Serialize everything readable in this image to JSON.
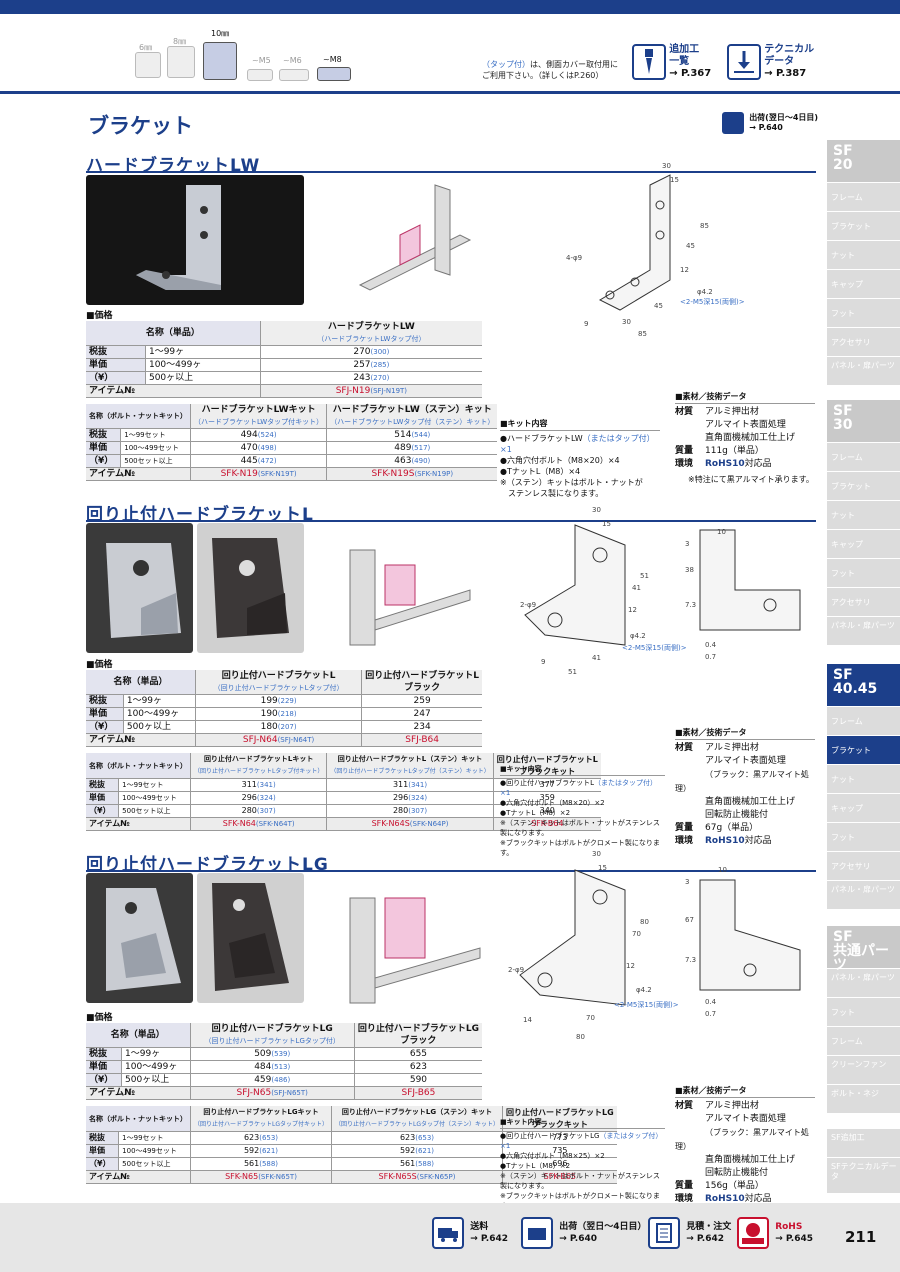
{
  "header": {
    "slots": [
      "6㎜",
      "8㎜",
      "10㎜",
      "~M5",
      "~M6",
      "~M8"
    ],
    "tap_note": {
      "part1": "（タップ付）",
      "part2": "は、側面カバー取付用に",
      "line2": "ご利用下さい。（詳しくはP.260）"
    },
    "links": [
      {
        "label1": "追加工",
        "label2": "一覧",
        "page": "→ P.367",
        "icon": "drill-icon"
      },
      {
        "label1": "テクニカル",
        "label2": "データ",
        "page": "→ P.387",
        "icon": "technical-data-icon"
      }
    ]
  },
  "page_title": "ブラケット",
  "shipping": {
    "label": "出荷(翌日〜4日目)",
    "page": "→ P.640"
  },
  "sections": [
    {
      "title": "ハードブラケットLW",
      "price_header": "■価格",
      "dims": {
        "a": "30",
        "b": "15",
        "c": "85",
        "d": "45",
        "e": "12",
        "f": "4-φ9",
        "g": "φ4.2",
        "h": "<2-M5深15(両側)>",
        "i": "9",
        "j": "30",
        "k": "45",
        "l": "85"
      },
      "single": {
        "label": "名称（単品）",
        "name": "ハードブラケットLW",
        "sub": "（ハードブラケットLWタップ付）",
        "rows": [
          {
            "a": "税抜",
            "b": "1〜99ヶ",
            "v": "270",
            "p": "(300)"
          },
          {
            "a": "単価",
            "b": "100〜499ヶ",
            "v": "257",
            "p": "(285)"
          },
          {
            "a": "（¥）",
            "b": "500ヶ以上",
            "v": "243",
            "p": "(270)"
          }
        ],
        "item_label": "アイテム№",
        "code": "SFJ-N19",
        "code_p": "(SFJ-N19T)"
      },
      "kit": {
        "label": "名称（ボルト・ナットキット）",
        "cols": [
          {
            "name": "ハードブラケットLWキット",
            "sub": "（ハードブラケットLWタップ付キット）"
          },
          {
            "name": "ハードブラケットLW（ステン）キット",
            "sub": "（ハードブラケットLWタップ付（ステン）キット）"
          }
        ],
        "rows": [
          {
            "a": "税抜",
            "b": "1〜99セット",
            "v": [
              "494",
              "514"
            ],
            "p": [
              "(524)",
              "(544)"
            ]
          },
          {
            "a": "単価",
            "b": "100〜499セット",
            "v": [
              "470",
              "489"
            ],
            "p": [
              "(498)",
              "(517)"
            ]
          },
          {
            "a": "（¥）",
            "b": "500セット以上",
            "v": [
              "445",
              "463"
            ],
            "p": [
              "(472)",
              "(490)"
            ]
          }
        ],
        "item_label": "アイテム№",
        "codes": [
          "SFK-N19",
          "SFK-N19S"
        ],
        "codes_p": [
          "(SFK-N19T)",
          "(SFK-N19P)"
        ]
      },
      "kit_contents": {
        "title": "■キット内容",
        "lines": [
          "●ハードブラケットLW",
          "（またはタップ付）×1",
          "●六角穴付ボルト（M8×20）×4",
          "●TナットL（M8）×4",
          "※（ステン）キットはボルト・ナットが",
          "　ステンレス製になります。"
        ]
      },
      "tech": {
        "title": "■素材／技術データ",
        "material_k": "材質",
        "material": [
          "アルミ押出材",
          "アルマイト表面処理",
          "直角面機械加工仕上げ"
        ],
        "mass_k": "質量",
        "mass": "111g（単品）",
        "env_k": "環境",
        "rohs": "RoHS10",
        "rohs_s": "対応品",
        "note": "※特注にて黒アルマイト承ります。"
      }
    },
    {
      "title": "回り止付ハードブラケットL",
      "price_header": "■価格",
      "dims": {
        "a": "30",
        "b": "15",
        "c": "51",
        "d": "41",
        "e": "12",
        "f": "2-φ9",
        "g": "φ4.2",
        "h": "<2-M5深15(両側)>",
        "i": "9",
        "j": "41",
        "k": "51",
        "s1": "10",
        "s2": "3",
        "s3": "38",
        "s4": "7.3",
        "s5": "0.4",
        "s6": "0.7"
      },
      "single": {
        "label": "名称（単品）",
        "name": "回り止付ハードブラケットL",
        "sub": "（回り止付ハードブラケットLタップ付）",
        "black": "回り止付ハードブラケットL",
        "black2": "ブラック",
        "rows": [
          {
            "a": "税抜",
            "b": "1〜99ヶ",
            "v": "199",
            "p": "(229)",
            "k": "259"
          },
          {
            "a": "単価",
            "b": "100〜499ヶ",
            "v": "190",
            "p": "(218)",
            "k": "247"
          },
          {
            "a": "（¥）",
            "b": "500ヶ以上",
            "v": "180",
            "p": "(207)",
            "k": "234"
          }
        ],
        "item_label": "アイテム№",
        "code": "SFJ-N64",
        "code_p": "(SFJ-N64T)",
        "code_k": "SFJ-B64"
      },
      "kit": {
        "label": "名称（ボルト・ナットキット）",
        "cols": [
          {
            "name": "回り止付ハードブラケットLキット",
            "sub": "（回り止付ハードブラケットLタップ付キット）"
          },
          {
            "name": "回り止付ハードブラケットL（ステン）キット",
            "sub": "（回り止付ハードブラケットLタップ付（ステン）キット）"
          },
          {
            "name": "回り止付ハードブラケットL",
            "sub": "ブラックキット"
          }
        ],
        "rows": [
          {
            "a": "税抜",
            "b": "1〜99セット",
            "v": [
              "311",
              "311",
              "377"
            ],
            "p": [
              "(341)",
              "(341)",
              ""
            ]
          },
          {
            "a": "単価",
            "b": "100〜499セット",
            "v": [
              "296",
              "296",
              "359"
            ],
            "p": [
              "(324)",
              "(324)",
              ""
            ]
          },
          {
            "a": "（¥）",
            "b": "500セット以上",
            "v": [
              "280",
              "280",
              "340"
            ],
            "p": [
              "(307)",
              "(307)",
              ""
            ]
          }
        ],
        "item_label": "アイテム№",
        "codes": [
          "SFK-N64",
          "SFK-N64S",
          "SFK-B64"
        ],
        "codes_p": [
          "(SFK-N64T)",
          "(SFK-N64P)",
          ""
        ]
      },
      "kit_contents": {
        "title": "■キット内容",
        "lines": [
          "●回り止付ハードブラケットL",
          "（またはタップ付）×1",
          "●六角穴付ボルト（M8×20）×2",
          "●TナットL（M8）×2",
          "※（ステン）キットはボルト・ナットがステンレス製になります。",
          "※ブラックキットはボルトがクロメート製になります。"
        ]
      },
      "tech": {
        "title": "■素材／技術データ",
        "material_k": "材質",
        "material": [
          "アルミ押出材",
          "アルマイト表面処理",
          "（ブラック：黒アルマイト処理）",
          "直角面機械加工仕上げ",
          "回転防止機能付"
        ],
        "mass_k": "質量",
        "mass": "67g（単品）",
        "env_k": "環境",
        "rohs": "RoHS10",
        "rohs_s": "対応品"
      }
    },
    {
      "title": "回り止付ハードブラケットLG",
      "price_header": "■価格",
      "dims": {
        "a": "30",
        "b": "15",
        "c": "80",
        "d": "70",
        "e": "12",
        "f": "2-φ9",
        "g": "φ4.2",
        "h": "<2-M5深15(両側)>",
        "i": "14",
        "j": "70",
        "k": "80",
        "s1": "10",
        "s2": "3",
        "s3": "67",
        "s4": "7.3",
        "s5": "0.4",
        "s6": "0.7"
      },
      "single": {
        "label": "名称（単品）",
        "name": "回り止付ハードブラケットLG",
        "sub": "（回り止付ハードブラケットLGタップ付）",
        "black": "回り止付ハードブラケットLG",
        "black2": "ブラック",
        "rows": [
          {
            "a": "税抜",
            "b": "1〜99ヶ",
            "v": "509",
            "p": "(539)",
            "k": "655"
          },
          {
            "a": "単価",
            "b": "100〜499ヶ",
            "v": "484",
            "p": "(513)",
            "k": "623"
          },
          {
            "a": "（¥）",
            "b": "500ヶ以上",
            "v": "459",
            "p": "(486)",
            "k": "590"
          }
        ],
        "item_label": "アイテム№",
        "code": "SFJ-N65",
        "code_p": "(SFJ-N65T)",
        "code_k": "SFJ-B65"
      },
      "kit": {
        "label": "名称（ボルト・ナットキット）",
        "cols": [
          {
            "name": "回り止付ハードブラケットLGキット",
            "sub": "（回り止付ハードブラケットLGタップ付キット）"
          },
          {
            "name": "回り止付ハードブラケットLG（ステン）キット",
            "sub": "（回り止付ハードブラケットLGタップ付（ステン）キット）"
          },
          {
            "name": "回り止付ハードブラケットLG",
            "sub": "ブラックキット"
          }
        ],
        "rows": [
          {
            "a": "税抜",
            "b": "1〜99セット",
            "v": [
              "623",
              "623",
              "773"
            ],
            "p": [
              "(653)",
              "(653)",
              ""
            ]
          },
          {
            "a": "単価",
            "b": "100〜499セット",
            "v": [
              "592",
              "592",
              "735"
            ],
            "p": [
              "(621)",
              "(621)",
              ""
            ]
          },
          {
            "a": "（¥）",
            "b": "500セット以上",
            "v": [
              "561",
              "561",
              "696"
            ],
            "p": [
              "(588)",
              "(588)",
              ""
            ]
          }
        ],
        "item_label": "アイテム№",
        "codes": [
          "SFK-N65",
          "SFK-N65S",
          "SFK-B65"
        ],
        "codes_p": [
          "(SFK-N65T)",
          "(SFK-N65P)",
          ""
        ]
      },
      "kit_contents": {
        "title": "■キット内容",
        "lines": [
          "●回り止付ハードブラケットLG",
          "（またはタップ付）×1",
          "●六角穴付ボルト（M8×25）×2",
          "●TナットL（M8）×2",
          "※（ステン）キットはボルト・ナットがステンレス製になります。",
          "※ブラックキットはボルトがクロメート製になります。"
        ]
      },
      "tech": {
        "title": "■素材／技術データ",
        "material_k": "材質",
        "material": [
          "アルミ押出材",
          "アルマイト表面処理",
          "（ブラック：黒アルマイト処理）",
          "直角面機械加工仕上げ",
          "回転防止機能付"
        ],
        "mass_k": "質量",
        "mass": "156g（単品）",
        "env_k": "環境",
        "rohs": "RoHS10",
        "rohs_s": "対応品"
      }
    }
  ],
  "sidebar": {
    "groups": [
      {
        "head1": "SF",
        "head2": "20",
        "items": [
          "フレーム",
          "ブラケット",
          "ナット",
          "キャップ",
          "フット",
          "アクセサリ",
          "パネル・扉パーツ"
        ]
      },
      {
        "head1": "SF",
        "head2": "30",
        "items": [
          "フレーム",
          "ブラケット",
          "ナット",
          "キャップ",
          "フット",
          "アクセサリ",
          "パネル・扉パーツ"
        ]
      },
      {
        "head1": "SF",
        "head2": "40.45",
        "items": [
          "フレーム",
          "ブラケット",
          "ナット",
          "キャップ",
          "フット",
          "アクセサリ",
          "パネル・扉パーツ"
        ]
      },
      {
        "head1": "SF",
        "head2": "共通パーツ",
        "items": [
          "パネル・扉パーツ",
          "フット",
          "フレーム",
          "クリーンファン",
          "ボルト・ネジ"
        ]
      }
    ],
    "extra": [
      "SF追加工",
      "SFテクニカルデータ"
    ]
  },
  "footer": {
    "items": [
      {
        "label": "送料",
        "page": "→ P.642",
        "icon": "truck-icon"
      },
      {
        "label": "出荷（翌日〜4日目）",
        "page": "→ P.640",
        "icon": "shipping-box-icon"
      },
      {
        "label": "見積・注文",
        "page": "→ P.642",
        "icon": "order-form-icon"
      },
      {
        "label": "RoHS",
        "page": "→ P.645",
        "icon": "rohs-icon"
      }
    ],
    "page_number": "211"
  },
  "colors": {
    "brand": "#1c3f8a",
    "price_red": "#c8102e",
    "tap_blue": "#3a6fc4"
  }
}
